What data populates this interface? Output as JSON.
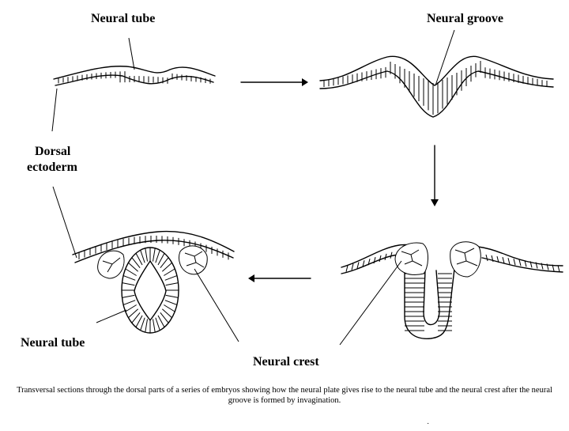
{
  "labels": {
    "neural_tube_top": "Neural tube",
    "neural_groove": "Neural groove",
    "dorsal": "Dorsal",
    "ectoderm": "ectoderm",
    "neural_tube_bottom": "Neural tube",
    "neural_crest": "Neural crest"
  },
  "caption": "Transversal sections through the dorsal parts of a series of  embryos showing how the neural plate gives rise to the neural tube and the neural crest after the neural groove is formed by invagination.",
  "colors": {
    "ink": "#000000",
    "background": "#ffffff"
  }
}
